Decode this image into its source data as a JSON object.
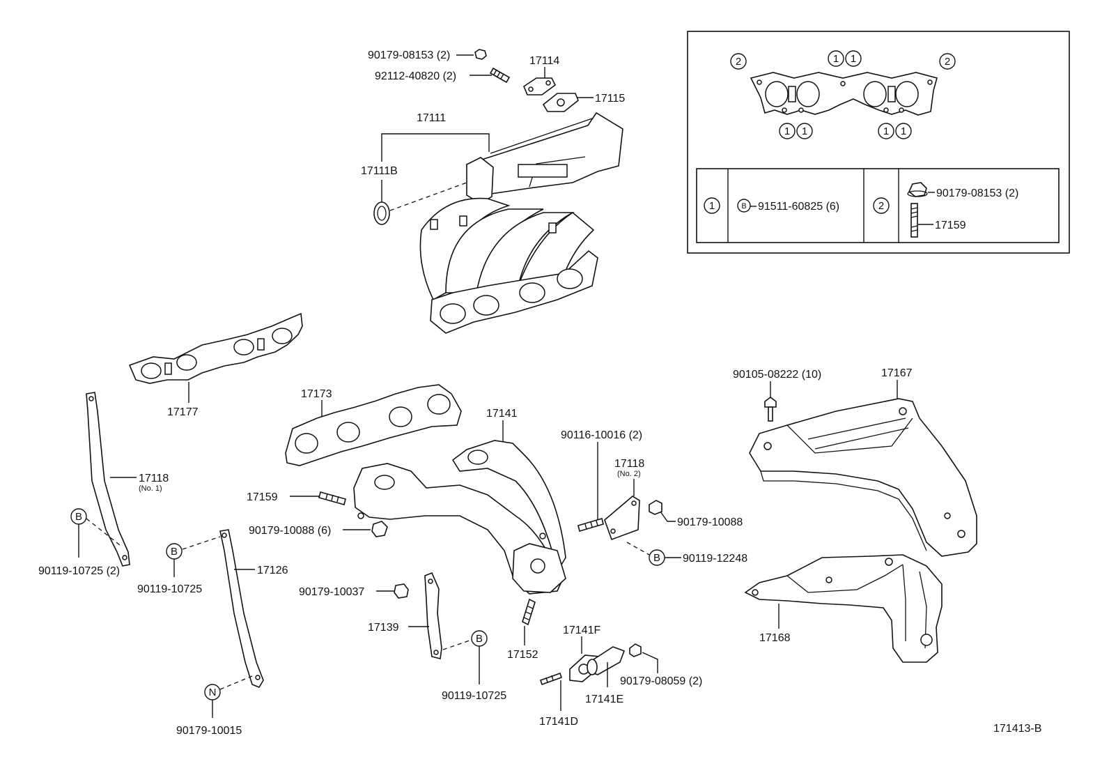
{
  "labels": {
    "p90179_08153": "90179-08153 (2)",
    "p92112_40820": "92112-40820 (2)",
    "p17114": "17114",
    "p17115": "17115",
    "p17111": "17111",
    "p17111B": "17111B",
    "p17177": "17177",
    "p17173": "17173",
    "p17141": "17141",
    "p17118_1": "17118",
    "p17118_1_sub": "(No. 1)",
    "p17159": "17159",
    "p90179_10088_6": "90179-10088 (6)",
    "p90119_10725_2": "90119-10725 (2)",
    "p90119_10725_a": "90119-10725",
    "p17126": "17126",
    "p90179_10037": "90179-10037",
    "p17139": "17139",
    "p90119_10725_b": "90119-10725",
    "p90179_10015": "90179-10015",
    "p90116_10016": "90116-10016 (2)",
    "p17118_2": "17118",
    "p17118_2_sub": "(No. 2)",
    "p90179_10088": "90179-10088",
    "p90119_12248": "90119-12248",
    "p17152": "17152",
    "p17141F": "17141F",
    "p17141E": "17141E",
    "p17141D": "17141D",
    "p90179_08059": "90179-08059 (2)",
    "p90105_08222": "90105-08222 (10)",
    "p17167": "17167",
    "p17168": "17168",
    "diagram_code": "171413-B"
  },
  "symbols": {
    "b": "B",
    "n": "N",
    "one": "1",
    "two": "2"
  },
  "legend": {
    "row1_part": "91511-60825 (6)",
    "row2_nut": "90179-08153 (2)",
    "row2_stud": "17159"
  }
}
